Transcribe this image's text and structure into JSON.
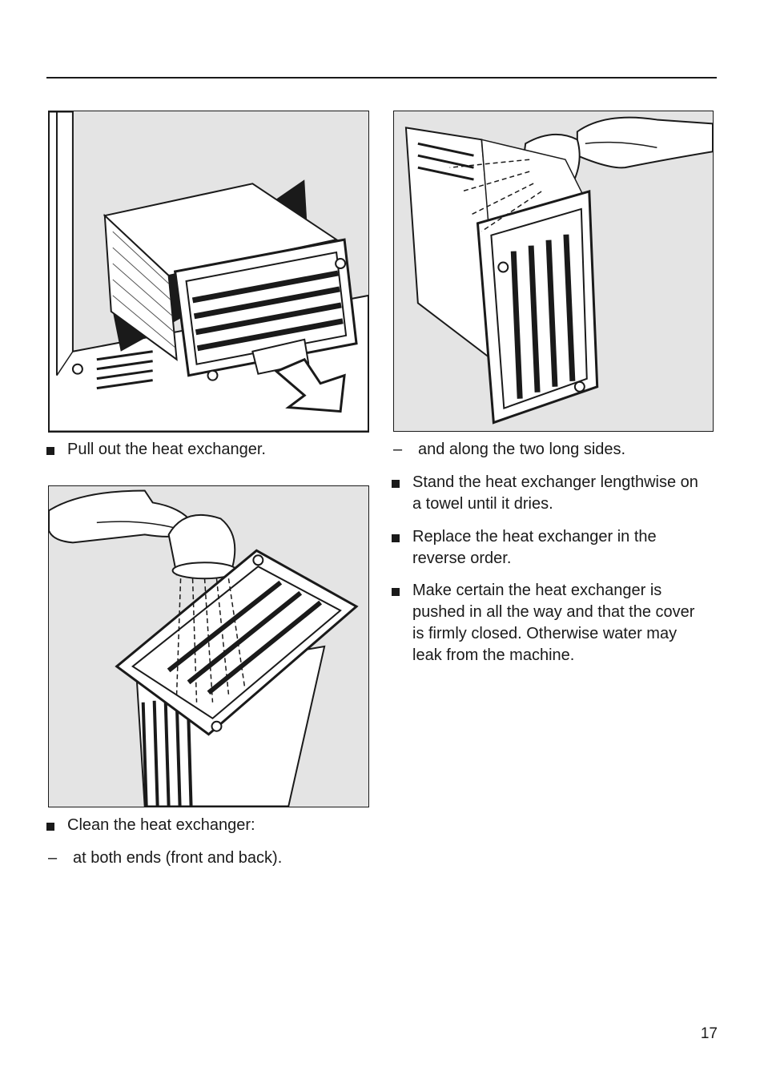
{
  "left": {
    "step1": "Pull out the heat exchanger.",
    "step2": "Clean the heat exchanger:",
    "sub1": "at both ends (front and back)."
  },
  "right": {
    "sub2": "and along the two long sides.",
    "step3": "Stand the heat exchanger lengthwise on a towel until it dries.",
    "step4": "Replace the heat exchanger in the reverse order.",
    "step5": "Make certain the heat exchanger is pushed in all the way and that the cover is firmly closed. Otherwise water may leak from the machine."
  },
  "page_number": "17"
}
